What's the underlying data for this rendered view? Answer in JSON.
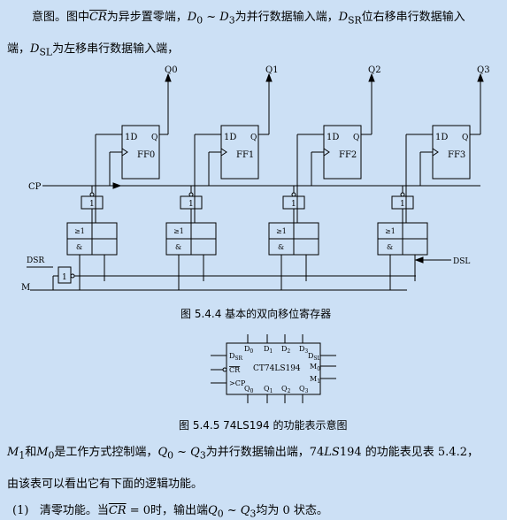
{
  "text": {
    "p1_a": "意图。图中",
    "cr": "CR",
    "p1_b": "为异步置零端，",
    "d0": "D",
    "d0sub": "0",
    "tilde": " ~ ",
    "d3": "D",
    "d3sub": "3",
    "p1_c": "为并行数据输入端，",
    "dsr": "D",
    "dsrsub": "SR",
    "p1_d": "位右移串行数据输入",
    "p2_a": "端，",
    "dsl": "D",
    "dslsub": "SL",
    "p2_b": "为左移串行数据输入端，",
    "p3_m1": "M",
    "p3_m1sub": "1",
    "p3_and": "和",
    "p3_m0": "M",
    "p3_m0sub": "0",
    "p3_a": "是工作方式控制端，",
    "p3_q0": "Q",
    "p3_q0sub": "0",
    "p3_q3": "Q",
    "p3_q3sub": "3",
    "p3_b": "为并行数据输出端，74",
    "p3_ls": "LS",
    "p3_c": "194 的功能表见表 5.4.2，",
    "p4": "由该表可以看出它有下面的逻辑功能。",
    "p5_num": "(1)",
    "p5_a": "清零功能。当",
    "p5_cr": "CR",
    "p5_b": " = 0时，输出端",
    "p5_q0": "Q",
    "p5_q0sub": "0",
    "p5_q3": "Q",
    "p5_q3sub": "3",
    "p5_c": "均为 0 状态。"
  },
  "figure1": {
    "caption": "图 5.4.4  基本的双向移位寄存器",
    "outputs": [
      "Q0",
      "Q1",
      "Q2",
      "Q3"
    ],
    "flipflops": [
      "FF0",
      "FF1",
      "FF2",
      "FF3"
    ],
    "ff_d": "1D",
    "ff_q": "Q",
    "and_label": "1",
    "mux_label": "≥1",
    "amp": "&",
    "cp": "CP",
    "dsr": "DSR",
    "dsl": "DSL",
    "m": "M"
  },
  "figure2": {
    "caption": "图 5.4.5    74LS194 的功能表示意图",
    "chip_name": "CT74LS194",
    "top_pins": [
      "D0",
      "D1",
      "D2",
      "D3"
    ],
    "bottom_pins": [
      "Q0",
      "Q1",
      "Q2",
      "Q3"
    ],
    "left_pins": [
      "DSR",
      "CR",
      ">CP"
    ],
    "right_pins": [
      "DSL",
      "M0",
      "M1"
    ]
  }
}
